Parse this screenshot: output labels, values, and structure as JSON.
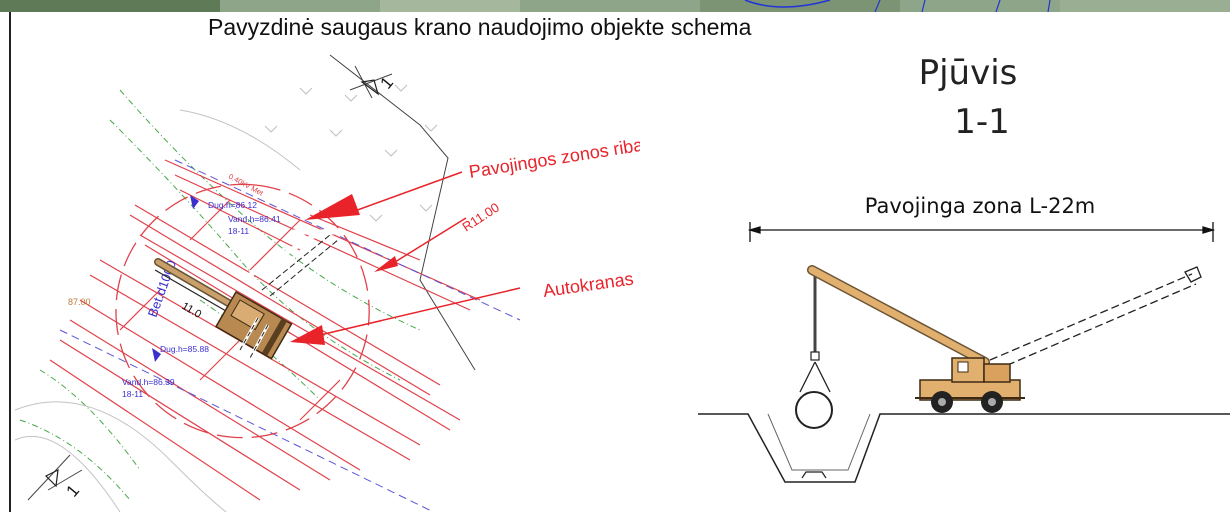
{
  "title": "Pavyzdinė saugaus krano naudojimo objekte schema",
  "plan": {
    "section_mark_top": "1",
    "section_mark_bottom": "1",
    "cable_label": "0.40kV Met",
    "radius_label": "R11.00",
    "danger_zone_label": "Pavojingos zonos riba",
    "crane_label": "Autokranas",
    "pipe_label": "Bet.d1000",
    "boom_length": "11.0",
    "side_level": "87.00",
    "well_top": {
      "bottom": "Dug.h=86.12",
      "water": "Vand.h=86.41",
      "code": "18-11"
    },
    "well_bottom": {
      "bottom": "Dug.h=85.88",
      "water": "Vand.h=86.39",
      "code": "18-11"
    }
  },
  "section": {
    "title_line1": "Pjūvis",
    "title_line2": "1-1",
    "zone_label": "Pavojinga zona L-22m"
  },
  "colors": {
    "red": "#e8232a",
    "blue": "#3b2fd0",
    "crane": "#e1b06e"
  }
}
